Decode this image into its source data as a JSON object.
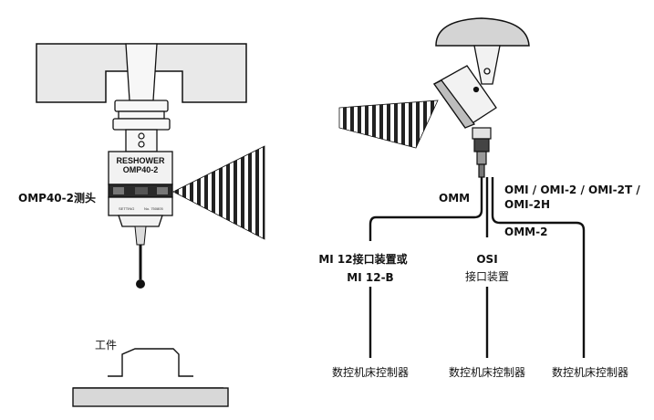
{
  "left": {
    "probe_label": "OMP40-2测头",
    "probe_body_brand": "RESHOWER",
    "probe_body_model": "OMP40-2",
    "probe_small_print_1": "SETTING",
    "probe_small_print_2": "No. 750805",
    "workpiece_label": "工件"
  },
  "right": {
    "omm_label": "OMM",
    "omi_label_line1": "OMI / OMI-2 / OMI-2T /",
    "omi_label_line2": "OMI-2H",
    "omm2_label": "OMM-2",
    "mi12_line1": "MI 12接口装置或",
    "mi12_line2": "MI 12-B",
    "osi_line1": "OSI",
    "osi_line2": "接口装置",
    "controller_1": "数控机床控制器",
    "controller_2": "数控机床控制器",
    "controller_3": "数控机床控制器"
  },
  "colors": {
    "line": "#111111",
    "machine_fill": "#e9e9e9",
    "dome_fill": "#d4d4d4",
    "probe_fill": "#f2f2f2",
    "window_fill": "#2a2a2a"
  }
}
